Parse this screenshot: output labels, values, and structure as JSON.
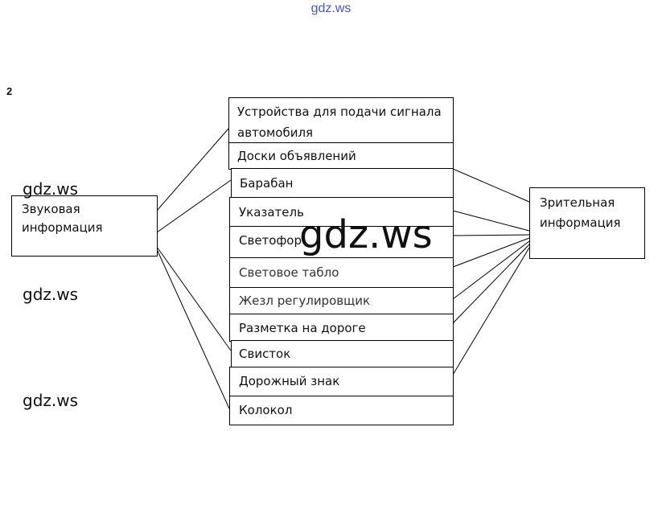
{
  "header_watermark": "gdz.ws",
  "task_number": "2",
  "watermarks": {
    "w1": "gdz.ws",
    "w2": "gdz.ws",
    "w3": "gdz.ws",
    "center": "gdz.ws"
  },
  "left_box": {
    "line1": "Звуковая",
    "line2": "информация"
  },
  "right_box": {
    "line1": "Зрительная",
    "line2": "информация"
  },
  "items": [
    "Устройства для подачи сигнала автомобиля",
    "Доски объявлений",
    "Барабан",
    "Указатель",
    "Светофор",
    "Световое табло",
    "Жезл регулировщик",
    "Разметка на дороге",
    "Свисток",
    "Дорожный знак",
    "Колокол"
  ]
}
